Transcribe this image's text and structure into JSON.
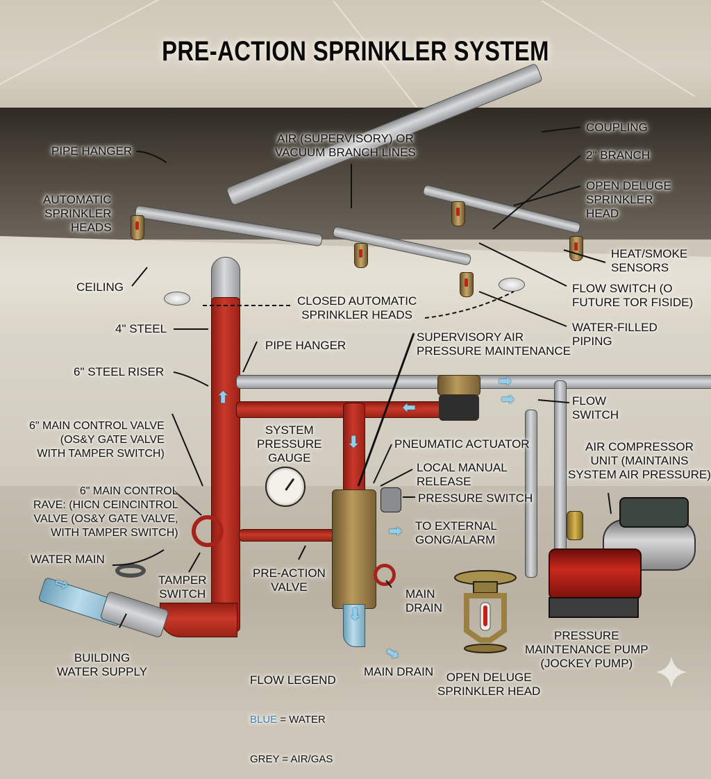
{
  "title": "PRE-ACTION SPRINKLER SYSTEM",
  "labels": {
    "pipe_hanger_top": "PIPE HANGER",
    "automatic_sprinkler_heads": "AUTOMATIC\nSPRINKLER\nHEADS",
    "ceiling": "CEILING",
    "air_branch_lines": "AIR (SUPERVISORY) OR\nVACUUM BRANCH LINES",
    "coupling": "COUPLING",
    "two_inch_branch": "2\" BRANCH",
    "open_deluge_head_top": "OPEN DELUGE\nSPRINKLER\nHEAD",
    "heat_smoke_sensors": "HEAT/SMOKE\nSENSORS",
    "flow_switch_top": "FLOW SWITCH (O\nFUTURE TOR FISIDE)",
    "closed_automatic_heads": "CLOSED AUTOMATIC\nSPRINKLER HEADS",
    "water_filled_piping": "WATER-FILLED\nPIPING",
    "four_inch_steel": "4\" STEEL",
    "pipe_hanger_mid": "PIPE HANGER",
    "supervisory_air": "SUPERVISORY AIR\nPRESSURE MAINTENANCE",
    "six_inch_riser": "6\" STEEL RISER",
    "flow_switch_right": "FLOW\nSWITCH",
    "main_control_valve_1": "6\" MAIN CONTROL VALVE\n(OS&Y GATE VALVE\nWITH TAMPER SWITCH)",
    "system_pressure_gauge": "SYSTEM\nPRESSURE\nGAUGE",
    "pneumatic_actuator": "PNEUMATIC ACTUATOR",
    "local_manual_release": "LOCAL MANUAL\nRELEASE",
    "pressure_switch": "PRESSURE SWITCH",
    "air_compressor": "AIR COMPRESSOR\nUNIT (MAINTAINS\nSYSTEM AIR PRESSURE)",
    "main_control_valve_2": "6\" MAIN CONTROL\nRAVE: (HICN CEINCINTROL\nVALVE (OS&Y GATE VALVE,\nWITH TAMPER SWITCH)",
    "to_external_gong": "TO EXTERNAL\nGONG/ALARM",
    "water_main": "WATER MAIN",
    "tamper_switch": "TAMPER\nSWITCH",
    "pre_action_valve": "PRE-ACTION\nVALVE",
    "main_drain_valve": "MAIN\nDRAIN",
    "building_water_supply": "BUILDING\nWATER SUPPLY",
    "main_drain_outlet": "MAIN DRAIN",
    "open_deluge_head_bottom": "OPEN DELUGE\nSPRINKLER HEAD",
    "pressure_maintenance_pump": "PRESSURE\nMAINTENANCE PUMP\n(JOCKEY PUMP)"
  },
  "legend": {
    "title": "FLOW LEGEND",
    "items": [
      {
        "key": "BLUE",
        "value": " = WATER",
        "color": "#3f7fb5"
      },
      {
        "key": "GREY",
        "value": " = AIR/GAS",
        "color": "#222222"
      }
    ]
  },
  "colors": {
    "water_pipe_red": "#c9392a",
    "air_pipe_grey": "#c8cacb",
    "flow_arrow_blue": "#8fd0ee",
    "brass": "#b89a5c"
  },
  "icons": {
    "sparkle": "four-point-star-watermark"
  }
}
